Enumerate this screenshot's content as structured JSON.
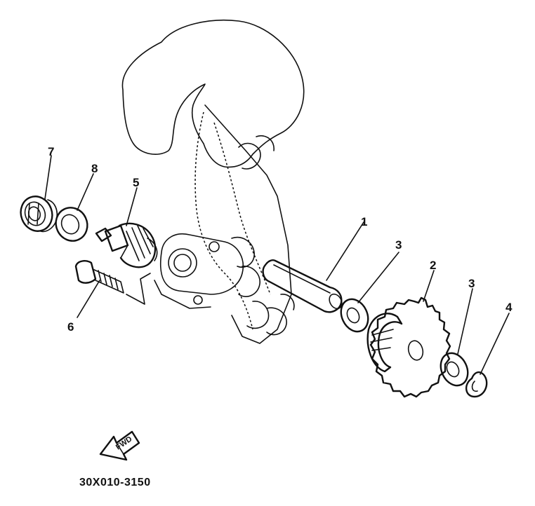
{
  "diagram": {
    "drawing_code": "30X010-3150",
    "fwd_label": "FWD",
    "callouts": {
      "shaft": "1",
      "gear": "2",
      "washer_left": "3",
      "washer_right": "3",
      "circlip": "4",
      "drive_gear": "5",
      "bolt": "6",
      "oil_seal": "7",
      "seal_washer": "8"
    }
  }
}
